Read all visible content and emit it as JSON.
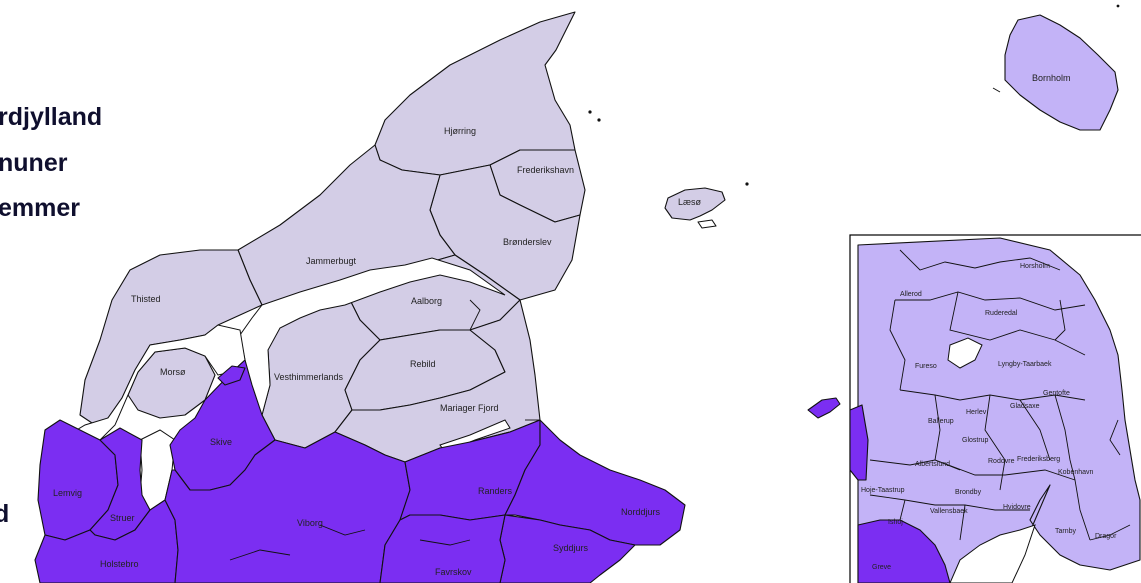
{
  "title": {
    "line1": "rdjylland",
    "line2": "nuner",
    "line3": "emmer",
    "line4": "d"
  },
  "colors": {
    "north": "#d3cde6",
    "south": "#7b2ef2",
    "inset_light": "#c3b3f7",
    "inset_dark": "#7b2ef2",
    "water": "#ffffff",
    "outline": "#111111"
  },
  "regions": {
    "hjorring": "Hjørring",
    "frederikshavn": "Frederikshavn",
    "laeso": "Læsø",
    "bronderslev": "Brønderslev",
    "jammerbugt": "Jammerbugt",
    "thisted": "Thisted",
    "aalborg": "Aalborg",
    "morso": "Morsø",
    "vesthimmerlands": "Vesthimmerlands",
    "rebild": "Rebild",
    "mariagerfjord": "Mariager Fjord",
    "skive": "Skive",
    "lemvig": "Lemvig",
    "struer": "Struer",
    "viborg": "Viborg",
    "randers": "Randers",
    "norddjurs": "Norddjurs",
    "syddjurs": "Syddjurs",
    "holstebro": "Holstebro",
    "favrskov": "Favrskov",
    "bornholm": "Bornholm"
  },
  "inset": {
    "horsholm": "Horsholm",
    "allerod": "Allerod",
    "rudersdal": "Ruderedal",
    "furesø": "Fureso",
    "lyngby": "Lyngby-Taarbaek",
    "gentofte": "Gentofte",
    "gladsaxe": "Gladsaxe",
    "ballerup": "Ballerup",
    "herlev": "Herlev",
    "glostrup": "Glostrup",
    "albertslund": "Albertslund",
    "rodovre": "Rodovre",
    "frederiksberg": "Frederiksberg",
    "kobenhavn": "Kobenhavn",
    "hoje_taastrup": "Hoje-Taastrup",
    "vallensbaek": "Vallensbaek",
    "brondby": "Brondby",
    "hvidovre": "Hvidovre",
    "ishoj": "Ishoj",
    "taarnby": "Tarnby",
    "dragor": "Dragor",
    "greve": "Greve"
  }
}
